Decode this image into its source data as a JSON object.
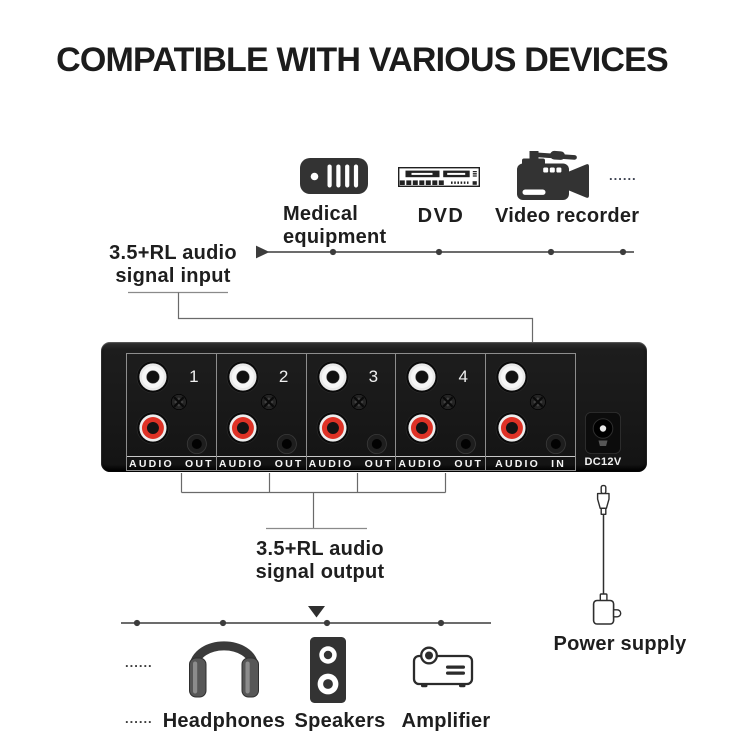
{
  "title": "COMPATIBLE WITH VARIOUS DEVICES",
  "input_signal": {
    "line1": "3.5+RL audio",
    "line2": "signal input"
  },
  "output_signal": {
    "line1": "3.5+RL audio",
    "line2": "signal output"
  },
  "source_devices": [
    {
      "id": "medical-equipment",
      "label_line1": "Medical",
      "label_line2": "equipment"
    },
    {
      "id": "dvd",
      "label": "DVD"
    },
    {
      "id": "video-recorder",
      "label": "Video recorder"
    }
  ],
  "output_devices": [
    {
      "id": "headphones",
      "label": "Headphones"
    },
    {
      "id": "speakers",
      "label": "Speakers"
    },
    {
      "id": "amplifier",
      "label": "Amplifier"
    }
  ],
  "power": {
    "label": "Power supply"
  },
  "ellipsis": "......",
  "device_panel": {
    "ports": [
      {
        "number": "1",
        "label": "AUDIO OUT"
      },
      {
        "number": "2",
        "label": "AUDIO OUT"
      },
      {
        "number": "3",
        "label": "AUDIO OUT"
      },
      {
        "number": "4",
        "label": "AUDIO OUT"
      },
      {
        "number": "",
        "label": "AUDIO IN"
      }
    ],
    "dc_label": "DC12V"
  },
  "colors": {
    "line": "#3c3c3c",
    "connector": "#5a5a5a",
    "icon": "#333333",
    "rca_red": "#de3226",
    "rca_white": "#f2f2f2"
  }
}
